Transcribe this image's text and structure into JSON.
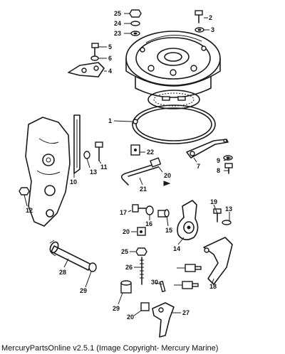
{
  "callouts": {
    "c1": "1",
    "c2": "2",
    "c3": "3",
    "c4": "4",
    "c5": "5",
    "c6": "6",
    "c7": "7",
    "c8": "8",
    "c9": "9",
    "c10": "10",
    "c11": "11",
    "c12": "12",
    "c13a": "13",
    "c13b": "13",
    "c14": "14",
    "c15": "15",
    "c16": "16",
    "c17": "17",
    "c18": "18",
    "c19": "19",
    "c20a": "20",
    "c20b": "20",
    "c20c": "20",
    "c21": "21",
    "c22": "22",
    "c23": "23",
    "c24": "24",
    "c25a": "25",
    "c25b": "25",
    "c26": "26",
    "c27": "27",
    "c28": "28",
    "c29a": "29",
    "c29b": "29",
    "c30": "30"
  },
  "footer": {
    "caption": "MercuryPartsOnline v2.5.1 (Image Copyright- Mercury Marine)"
  }
}
